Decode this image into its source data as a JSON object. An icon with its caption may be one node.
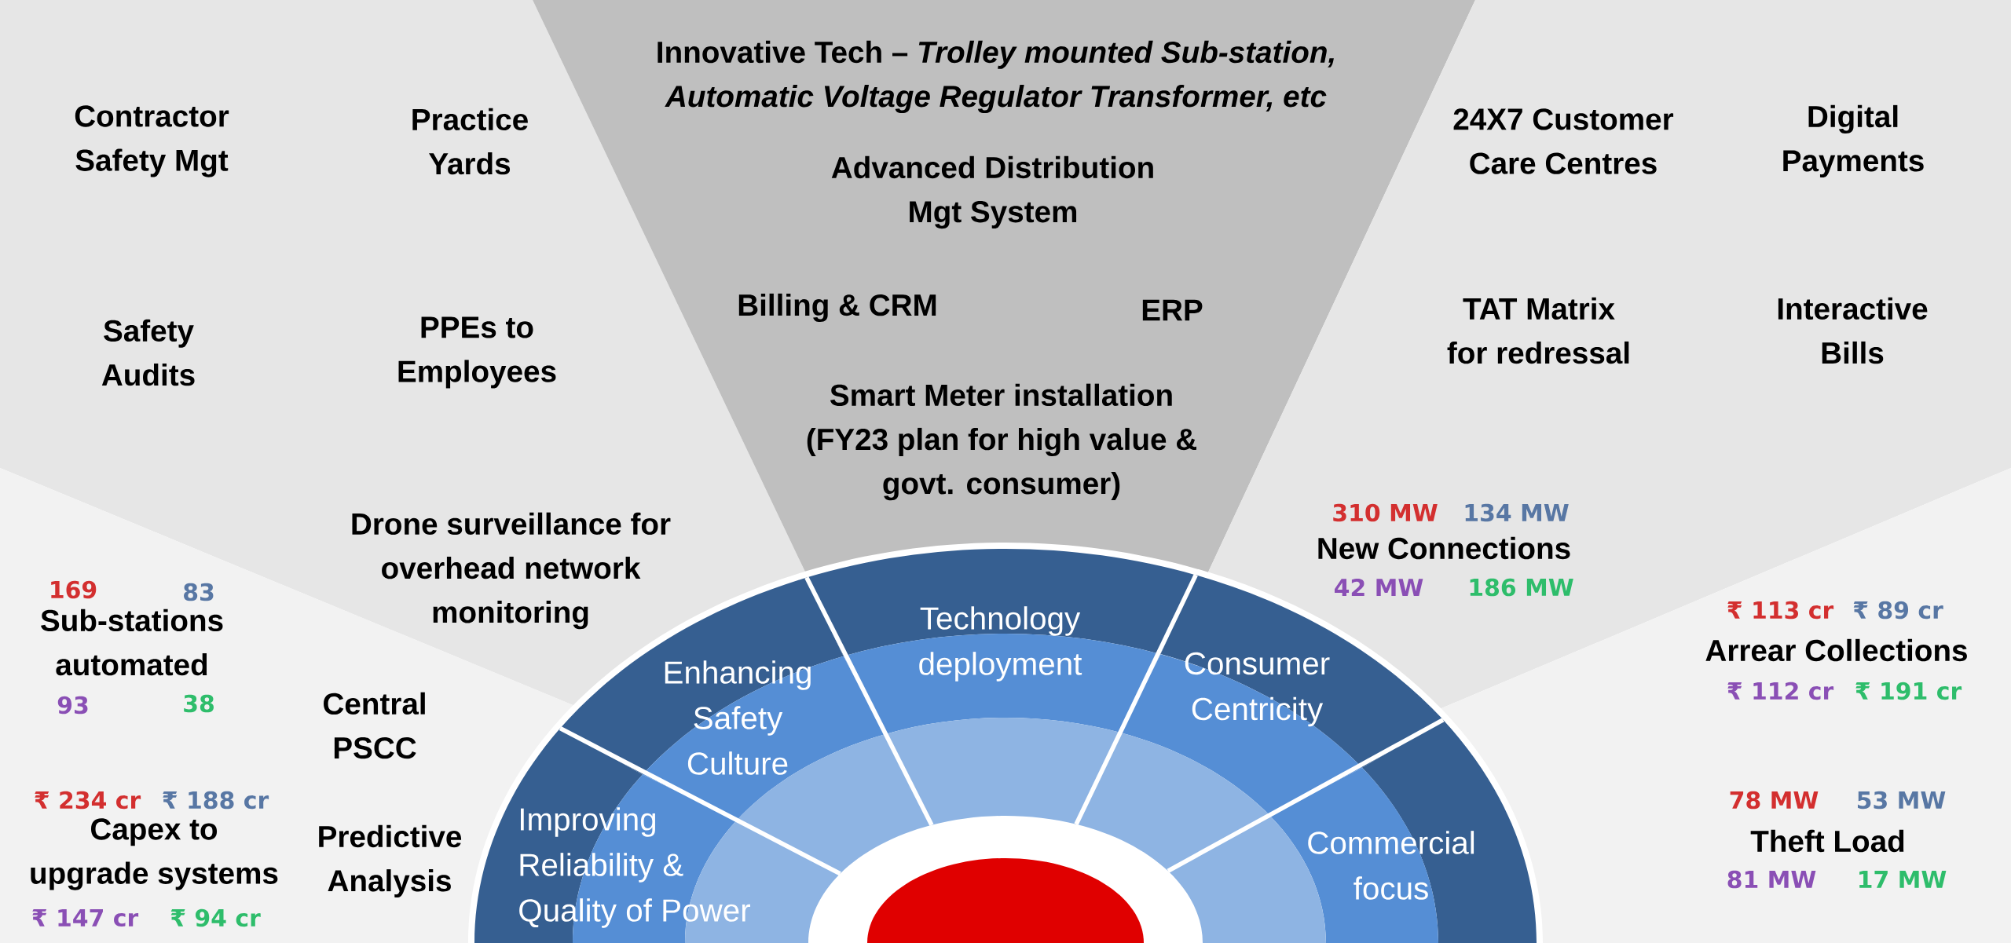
{
  "diagram": {
    "nodes": [
      {
        "text": [
          "Contractor Safety Mgt",
          "Practice Yards",
          "Safety Audits",
          "PPEs to Employees",
          "Drone surveillance for overhead network monitoring"
        ]
      },
      {
        "text": [
          "Innovative Tech – *Trolley mounted Sub-station, Automatic Voltage Regulator Transformer, etc*",
          "Advanced Distribution Mgt System",
          "Billing & CRM",
          "ERP",
          "Smart Meter installation (FY23 plan for high value & govt. consumer)"
        ]
      },
      {
        "text": [
          "24X7 Customer Care Centres",
          "Digital Payments",
          "TAT Matrix for redressal",
          "Interactive Bills",
          "310 MW",
          "134 MW",
          "New Connections",
          "42 MW",
          "186 MW"
        ]
      },
      {
        "text": [
          "169",
          "83",
          "Sub-stations automated",
          "93",
          "38",
          "Central PSCC",
          "₹ 234 cr",
          "₹ 188 cr",
          "Capex to upgrade systems",
          "Predictive Analysis",
          "₹ 147 cr",
          "₹ 94 cr"
        ]
      },
      {
        "text": [
          "₹ 113 cr",
          "₹ 89 cr",
          "Arrear Collections",
          "₹ 112 cr",
          "₹ 191 cr",
          "78 MW",
          "53 MW",
          "Theft Load",
          "81 MW",
          "17 MW"
        ]
      },
      {
        "text": [
          "Improving Reliability & Quality of Power"
        ]
      },
      {
        "text": [
          "Enhancing Safety Culture"
        ]
      },
      {
        "text": [
          "Technology deployment"
        ]
      },
      {
        "text": [
          "Consumer Centricity"
        ]
      },
      {
        "text": [
          "Commercial focus"
        ]
      },
      {
        "text": [],
        "shape": "circle"
      }
    ]
  }
}
